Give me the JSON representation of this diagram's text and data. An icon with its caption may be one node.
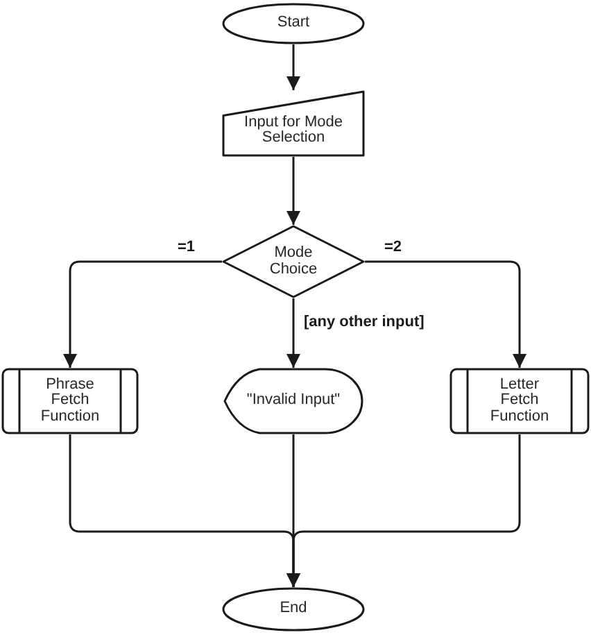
{
  "diagram": {
    "nodes": [
      {
        "text": [
          "Start"
        ]
      },
      {
        "text": [
          "Input for Mode Selection"
        ]
      },
      {
        "text": [
          "Mode Choice"
        ]
      },
      {
        "text": [
          "Phrase Fetch Function"
        ]
      },
      {
        "text": [
          "\"Invalid Input\""
        ]
      },
      {
        "text": [
          "Letter Fetch Function"
        ]
      },
      {
        "text": [
          "End"
        ]
      }
    ],
    "edges": [
      {
        "from": 0,
        "to": 1,
        "arrow": "to"
      },
      {
        "from": 1,
        "to": 2,
        "arrow": "to"
      },
      {
        "from": 2,
        "to": 3,
        "arrow": "to",
        "label": "=1"
      },
      {
        "from": 2,
        "to": 4,
        "arrow": "to",
        "label": "[any other input]"
      },
      {
        "from": 2,
        "to": 5,
        "arrow": "to",
        "label": "=2"
      },
      {
        "from": 3,
        "to": 6,
        "arrow": "to"
      },
      {
        "from": 4,
        "to": 6,
        "arrow": "to"
      },
      {
        "from": 5,
        "to": 6,
        "arrow": "to"
      }
    ]
  }
}
